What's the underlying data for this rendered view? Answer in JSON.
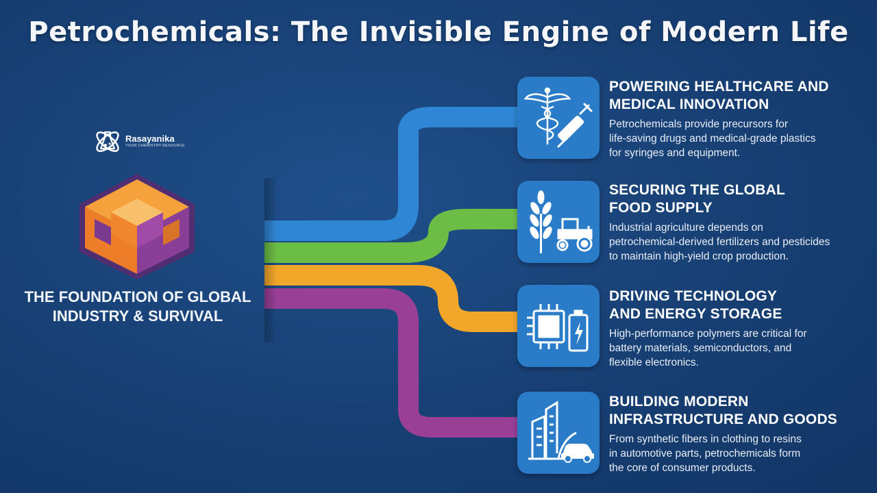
{
  "title": "Petrochemicals: The Invisible Engine of Modern Life",
  "logo": {
    "name": "Rasayanika",
    "tagline": "YOUR CHEMISTRY RESOURCE"
  },
  "foundation": {
    "line1": "THE FOUNDATION OF GLOBAL",
    "line2": "INDUSTRY & SURVIVAL"
  },
  "colors": {
    "background": "#173f73",
    "icon_box": "#2a7cc8",
    "flow_blue": "#2f86d4",
    "flow_green": "#6cbd45",
    "flow_orange": "#f2a62a",
    "flow_purple": "#9a3f96",
    "cube_orange": "#f08a2c",
    "cube_purple": "#7a3a8e"
  },
  "sections": [
    {
      "title_line1": "POWERING HEALTHCARE AND",
      "title_line2": "MEDICAL INNOVATION",
      "desc_line1": "Petrochemicals provide precursors for",
      "desc_line2": "life-saving drugs and medical-grade plastics",
      "desc_line3": "for syringes and equipment.",
      "icons": [
        "caduceus-icon",
        "syringe-icon"
      ]
    },
    {
      "title_line1": "SECURING THE GLOBAL",
      "title_line2": "FOOD SUPPLY",
      "desc_line1": "Industrial agriculture depends on",
      "desc_line2": "petrochemical-derived fertilizers and pesticides",
      "desc_line3": "to maintain high-yield crop production.",
      "icons": [
        "wheat-icon",
        "tractor-icon"
      ]
    },
    {
      "title_line1": "DRIVING TECHNOLOGY",
      "title_line2": "AND ENERGY STORAGE",
      "desc_line1": "High-performance polymers are critical for",
      "desc_line2": "battery materials, semiconductors, and",
      "desc_line3": "flexible electronics.",
      "icons": [
        "microchip-icon",
        "battery-icon"
      ]
    },
    {
      "title_line1": "BUILDING MODERN",
      "title_line2": "INFRASTRUCTURE AND GOODS",
      "desc_line1": "From synthetic fibers in clothing to resins",
      "desc_line2": "in automotive parts, petrochemicals form",
      "desc_line3": "the core of consumer products.",
      "icons": [
        "buildings-icon",
        "car-icon"
      ]
    }
  ]
}
